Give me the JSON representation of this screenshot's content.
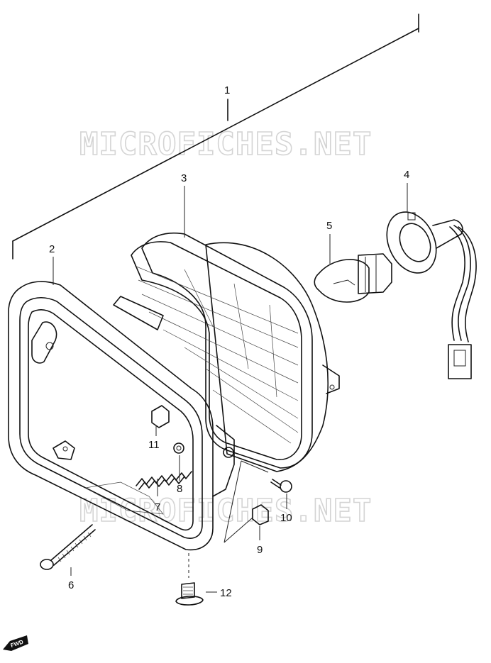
{
  "watermark": "MICROFICHES.NET",
  "callouts": {
    "c1": "1",
    "c2": "2",
    "c3": "3",
    "c4": "4",
    "c5": "5",
    "c6": "6",
    "c7": "7",
    "c8": "8",
    "c9": "9",
    "c10": "10",
    "c11": "11",
    "c12": "12"
  },
  "fwd_label": "FWD",
  "icons": [
    "fwd-arrow-icon"
  ],
  "colors": {
    "ink": "#111111",
    "watermark": "#d4d4d4"
  }
}
